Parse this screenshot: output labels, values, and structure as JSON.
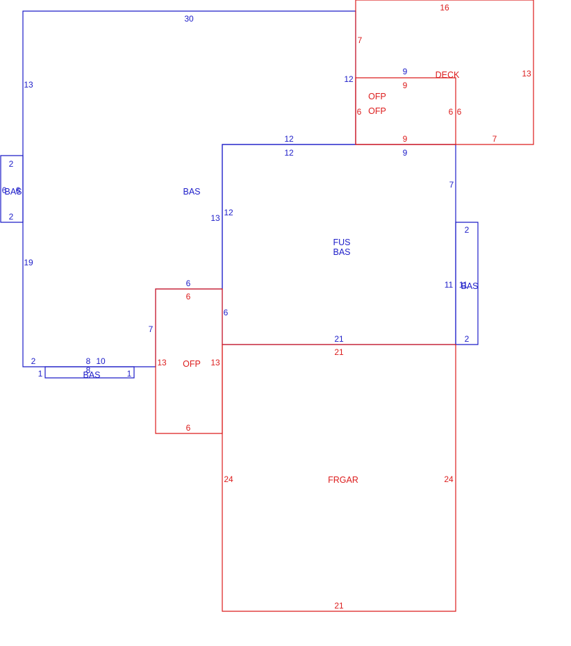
{
  "colors": {
    "living": "#1c1cc8",
    "other": "#dc1c1c"
  },
  "areas": {
    "bas_main": "BAS",
    "bas_left": "BAS",
    "bas_bottom": "BAS",
    "bas_right": "BAS",
    "fus": "FUS",
    "fus_bas": "BAS",
    "ofp_top_1": "OFP",
    "ofp_top_2": "OFP",
    "ofp_mid": "OFP",
    "deck": "DECK",
    "frgar": "FRGAR"
  },
  "dims": {
    "bas_top": "30",
    "bas_left_upper": "13",
    "bas_left_lower": "19",
    "bas_step_top": "12",
    "bas_step_left_12": "12",
    "bas_step_left_13": "13",
    "bas_notch_7": "7",
    "bas_notch_6": "6",
    "bas_notch_6b": "6",
    "bas_bottom_2": "2",
    "bas_bottom_8": "8",
    "bas_bottom_10": "10",
    "bas_bottom_8b": "8",
    "bas_bottom_1a": "1",
    "bas_bottom_1b": "1",
    "bas_left_bump_2a": "2",
    "bas_left_bump_2b": "2",
    "bas_left_bump_6a": "6",
    "bas_left_bump_6b": "6",
    "fus_top_12": "12",
    "fus_top_9": "9",
    "fus_right_7": "7",
    "fus_right_11": "11",
    "fus_right_bump_11": "11",
    "fus_right_bump_2a": "2",
    "fus_right_bump_2b": "2",
    "fus_bottom_21": "21",
    "ofp_top_9a": "9",
    "ofp_top_9b": "9",
    "ofp_left_6": "6",
    "ofp_right_6": "6",
    "ofp_bottom_9": "9",
    "ofp_bottom_12": "12",
    "deck_top_16": "16",
    "deck_right_13": "13",
    "deck_left_7": "7",
    "deck_bottom_7": "7",
    "deck_inner_6": "6",
    "ofp_mid_top_6": "6",
    "ofp_mid_left_13": "13",
    "ofp_mid_right_13": "13",
    "ofp_mid_bottom_6": "6",
    "gar_top_21": "21",
    "gar_left_24": "24",
    "gar_right_24": "24",
    "gar_bottom_21": "21"
  }
}
